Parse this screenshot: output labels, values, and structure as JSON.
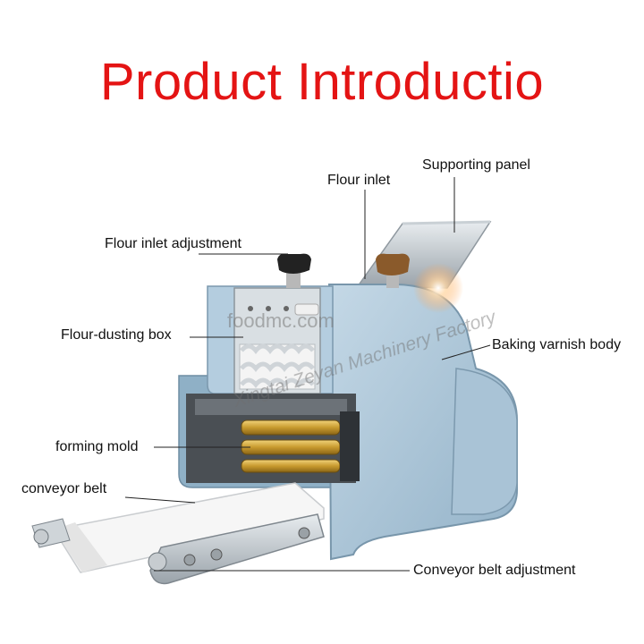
{
  "title": "Product Introductio",
  "labels": {
    "supporting_panel": "Supporting panel",
    "flour_inlet": "Flour inlet",
    "flour_inlet_adjustment": "Flour inlet adjustment",
    "flour_dusting_box": "Flour-dusting box",
    "baking_varnish_body": "Baking varnish body",
    "forming_mold": "forming mold",
    "conveyor_belt": "conveyor belt",
    "conveyor_belt_adjustment": "Conveyor belt adjustment"
  },
  "watermarks": {
    "site": "foodmc.com",
    "factory": "Xingtai Zeyan Machinery Factory"
  },
  "colors": {
    "title": "#e41414",
    "body_blue": "#aec8da",
    "knob_black": "#222222",
    "knob_brown": "#8a5a2b"
  }
}
